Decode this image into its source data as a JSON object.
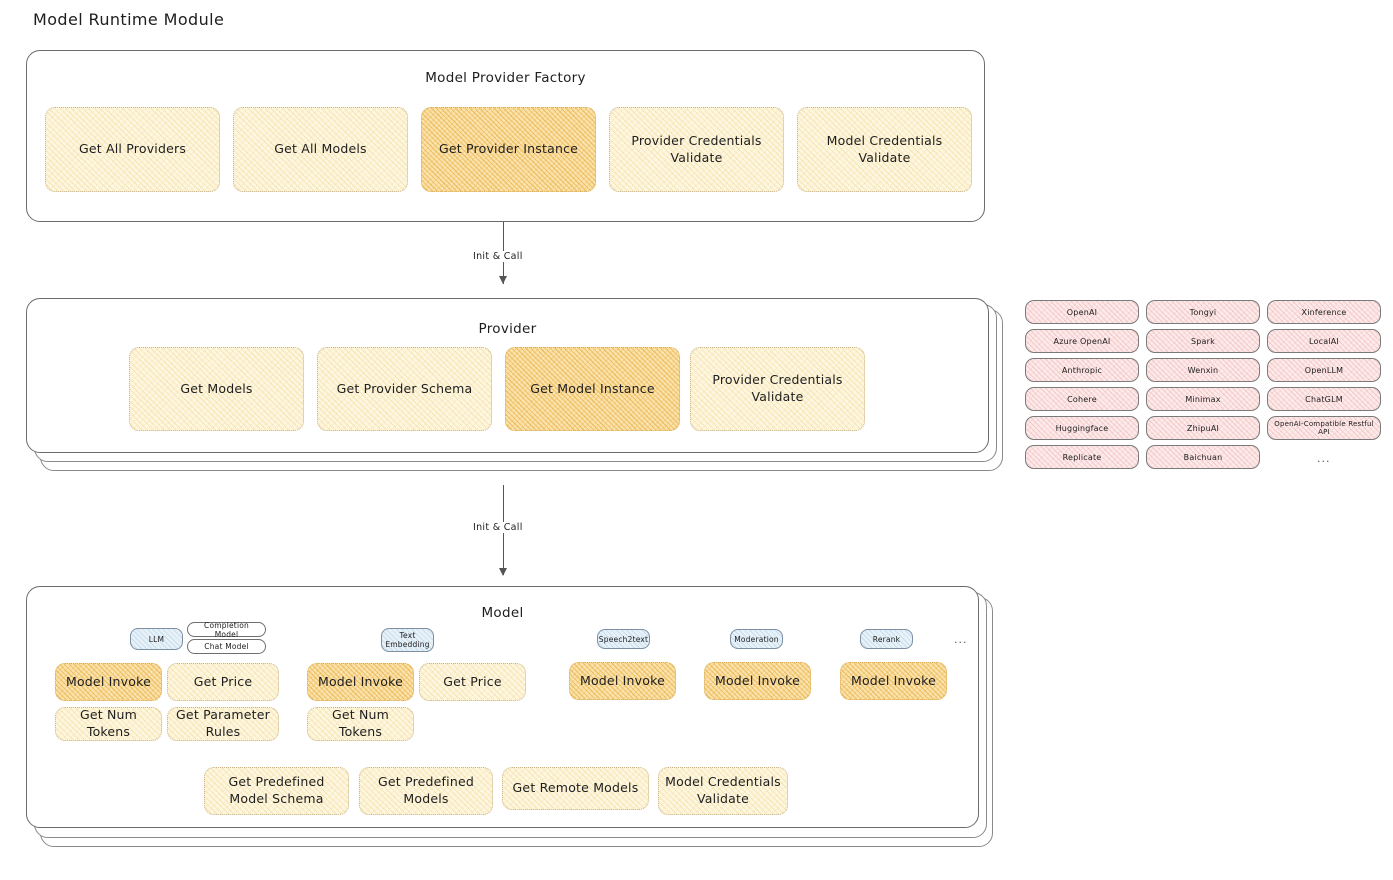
{
  "page": {
    "title": "Model Runtime Module"
  },
  "factory": {
    "title": "Model Provider Factory",
    "cards": [
      {
        "label": "Get All Providers",
        "emphasis": "light"
      },
      {
        "label": "Get All Models",
        "emphasis": "light"
      },
      {
        "label": "Get Provider Instance",
        "emphasis": "strong"
      },
      {
        "label": "Provider Credentials Validate",
        "emphasis": "light"
      },
      {
        "label": "Model Credentials Validate",
        "emphasis": "light"
      }
    ]
  },
  "arrows": [
    {
      "label": "Init & Call"
    },
    {
      "label": "Init & Call"
    }
  ],
  "provider": {
    "title": "Provider",
    "cards": [
      {
        "label": "Get Models",
        "emphasis": "light"
      },
      {
        "label": "Get Provider Schema",
        "emphasis": "light"
      },
      {
        "label": "Get Model Instance",
        "emphasis": "strong"
      },
      {
        "label": "Provider Credentials Validate",
        "emphasis": "light"
      }
    ]
  },
  "provider_list": {
    "columns": [
      {
        "items": [
          "OpenAI",
          "Azure OpenAI",
          "Anthropic",
          "Cohere",
          "Huggingface",
          "Replicate"
        ]
      },
      {
        "items": [
          "Tongyi",
          "Spark",
          "Wenxin",
          "Minimax",
          "ZhipuAI",
          "Baichuan"
        ]
      },
      {
        "items": [
          "Xinference",
          "LocalAI",
          "OpenLLM",
          "ChatGLM",
          "OpenAI-Compatible Restful API"
        ]
      }
    ],
    "more_mark": "..."
  },
  "model": {
    "title": "Model",
    "more_mark": "...",
    "types": [
      {
        "tag": "LLM",
        "subtags": [
          "Completion Model",
          "Chat Model"
        ],
        "methods": [
          {
            "label": "Model Invoke",
            "emphasis": "strong"
          },
          {
            "label": "Get Price",
            "emphasis": "light"
          },
          {
            "label": "Get Num Tokens",
            "emphasis": "light"
          },
          {
            "label": "Get Parameter Rules",
            "emphasis": "light"
          }
        ]
      },
      {
        "tag": "Text Embedding",
        "subtags": [],
        "methods": [
          {
            "label": "Model Invoke",
            "emphasis": "strong"
          },
          {
            "label": "Get Price",
            "emphasis": "light"
          },
          {
            "label": "Get Num Tokens",
            "emphasis": "light"
          }
        ]
      },
      {
        "tag": "Speech2text",
        "subtags": [],
        "methods": [
          {
            "label": "Model Invoke",
            "emphasis": "strong"
          }
        ]
      },
      {
        "tag": "Moderation",
        "subtags": [],
        "methods": [
          {
            "label": "Model Invoke",
            "emphasis": "strong"
          }
        ]
      },
      {
        "tag": "Rerank",
        "subtags": [],
        "methods": [
          {
            "label": "Model Invoke",
            "emphasis": "strong"
          }
        ]
      }
    ],
    "shared_methods": [
      {
        "label": "Get Predefined Model Schema",
        "emphasis": "light"
      },
      {
        "label": "Get Predefined Models",
        "emphasis": "light"
      },
      {
        "label": "Get Remote Models",
        "emphasis": "light"
      },
      {
        "label": "Model Credentials Validate",
        "emphasis": "light"
      }
    ]
  },
  "colors": {
    "card_light_fill": "#fdf6e0",
    "card_strong_fill": "#fbe3b0",
    "chip_fill": "#fdeaea",
    "tag_fill": "#e7f1f8",
    "stroke": "#6b6b6b",
    "text": "#1e1e1e"
  }
}
